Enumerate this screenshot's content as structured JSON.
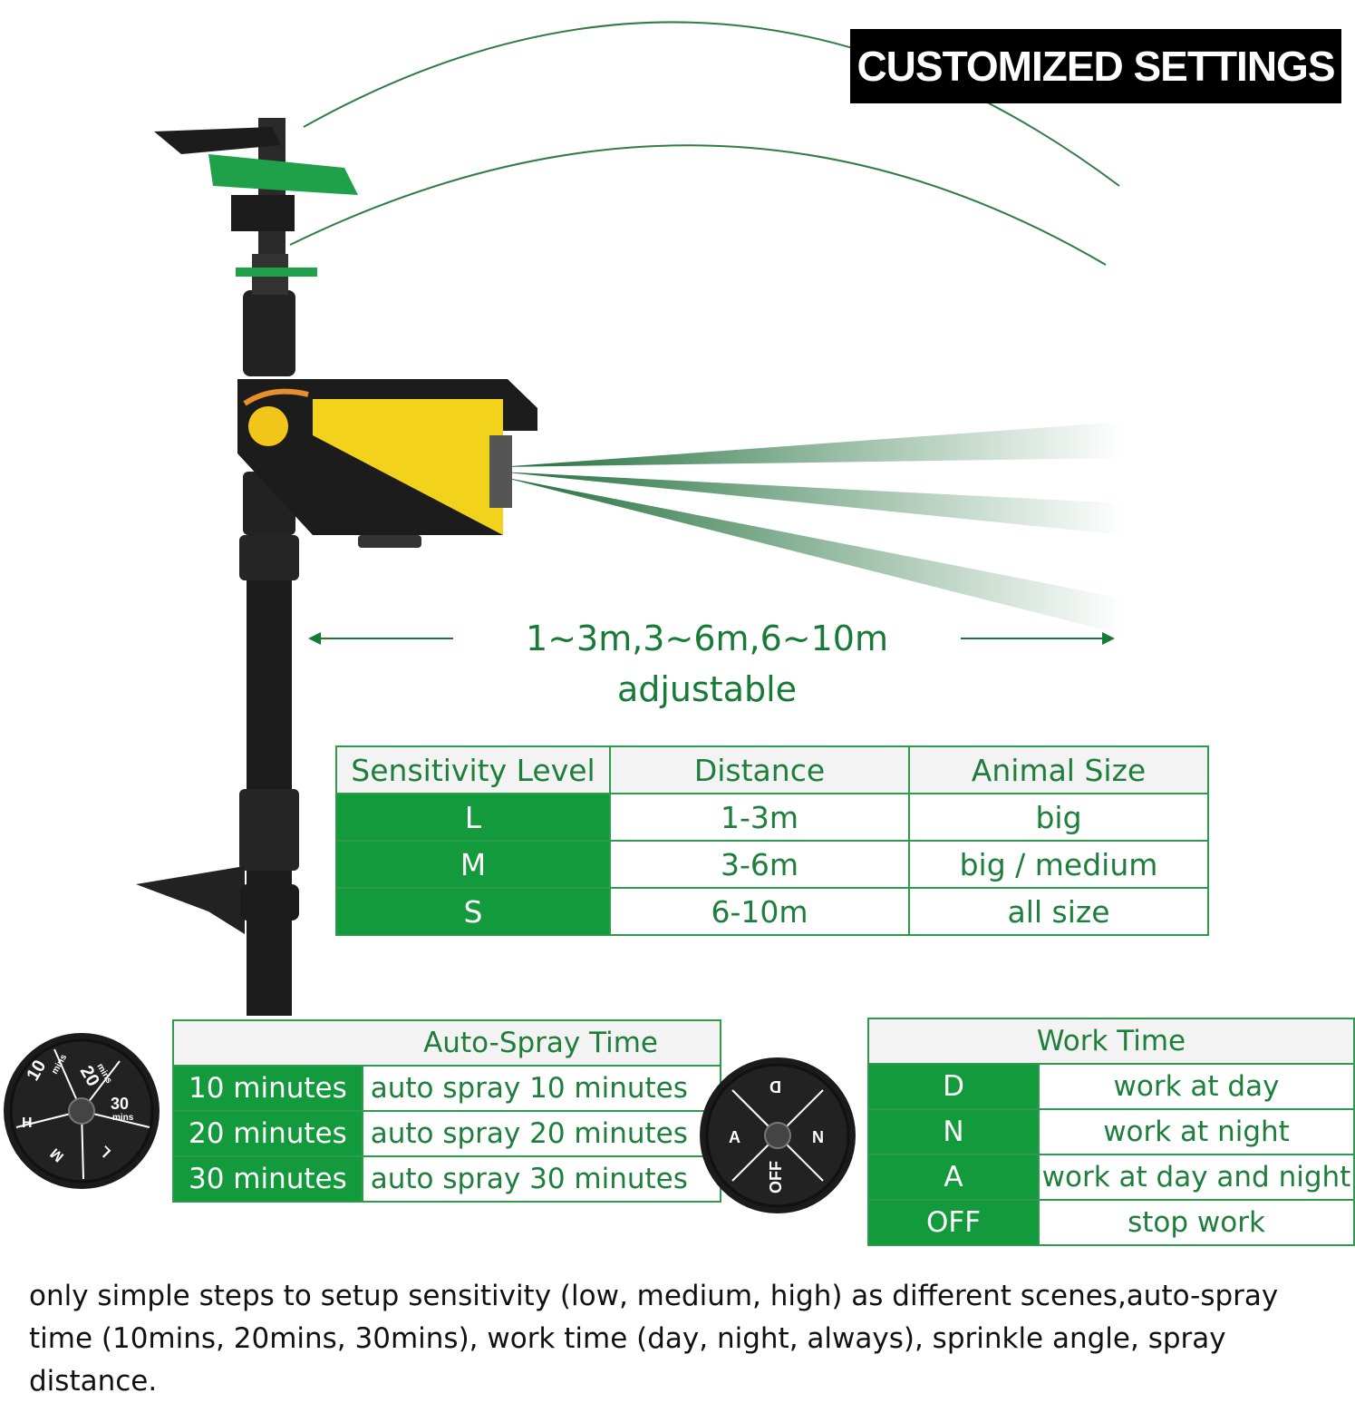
{
  "header": {
    "badge": "CUSTOMIZED SETTINGS"
  },
  "range": {
    "label": "1~3m,3~6m,6~10m adjustable"
  },
  "sensitivity_table": {
    "headers": [
      "Sensitivity Level",
      "Distance",
      "Animal Size"
    ],
    "rows": [
      [
        "L",
        "1-3m",
        "big"
      ],
      [
        "M",
        "3-6m",
        "big / medium"
      ],
      [
        "S",
        "6-10m",
        "all size"
      ]
    ]
  },
  "spray_table": {
    "header": "Auto-Spray Time",
    "rows": [
      [
        "10 minutes",
        "auto spray 10 minutes"
      ],
      [
        "20 minutes",
        "auto spray 20 minutes"
      ],
      [
        "30 minutes",
        "auto spray 30 minutes"
      ]
    ]
  },
  "work_table": {
    "header": "Work Time",
    "rows": [
      [
        "D",
        "work at day"
      ],
      [
        "N",
        "work at night"
      ],
      [
        "A",
        "work at day and night"
      ],
      [
        "OFF",
        "stop work"
      ]
    ]
  },
  "spray_dial": {
    "labels": [
      "10",
      "mins",
      "20",
      "mins",
      "30",
      "mins",
      "H",
      "M",
      "L"
    ]
  },
  "work_dial": {
    "labels": [
      "D",
      "N",
      "A",
      "OFF"
    ]
  },
  "footer": {
    "text": "only simple steps to setup sensitivity (low, medium, high) as different scenes,auto-spray time (10mins, 20mins, 30mins), work time (day, night, always), sprinkle angle, spray distance."
  },
  "colors": {
    "accent_green": "#139a3c",
    "text_green": "#1e7e3b",
    "device_yellow": "#f2d21a",
    "device_black": "#1c1c1c"
  }
}
